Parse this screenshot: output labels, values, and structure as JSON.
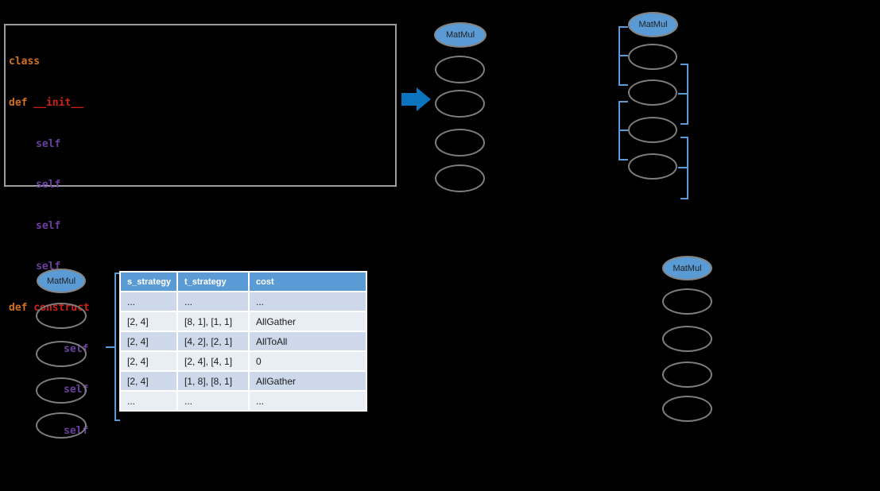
{
  "code_panel": {
    "lines": [
      {
        "segments": [
          {
            "style": "keyword",
            "text": "class"
          }
        ]
      },
      {
        "segments": [
          {
            "style": "keyword",
            "text": "def"
          },
          {
            "style": "defname",
            "text": " __init__"
          }
        ]
      },
      {
        "segments": [
          {
            "style": "selfref",
            "text": "self"
          }
        ]
      },
      {
        "segments": [
          {
            "style": "selfref",
            "text": "self"
          }
        ]
      },
      {
        "segments": [
          {
            "style": "selfref",
            "text": "self"
          }
        ]
      },
      {
        "segments": [
          {
            "style": "selfref",
            "text": "self"
          }
        ]
      },
      {
        "segments": [
          {
            "style": "keyword",
            "text": "def"
          },
          {
            "style": "defname",
            "text": " construct"
          }
        ]
      },
      {
        "segments": [
          {
            "style": "selfref",
            "text": "self"
          }
        ]
      },
      {
        "segments": [
          {
            "style": "selfref",
            "text": "self"
          }
        ]
      },
      {
        "segments": [
          {
            "style": "selfref",
            "text": "self"
          }
        ]
      }
    ]
  },
  "graph": {
    "op_label": "MatMul"
  },
  "strategy_table": {
    "columns": [
      "s_strategy",
      "t_strategy",
      "cost"
    ],
    "rows": [
      [
        "...",
        "...",
        "..."
      ],
      [
        "[2, 4]",
        "[8, 1], [1, 1]",
        "AllGather"
      ],
      [
        "[2, 4]",
        "[4, 2], [2, 1]",
        "AllToAll"
      ],
      [
        "[2, 4]",
        "[2, 4], [4, 1]",
        "0"
      ],
      [
        "[2, 4]",
        "[1, 8], [8, 1]",
        "AllGather"
      ],
      [
        "...",
        "...",
        "..."
      ]
    ]
  },
  "colors": {
    "arrow_blue": "#0b74be",
    "bracket_blue": "#5b9bd5",
    "header_blue": "#5b9bd5",
    "row_dark": "#cdd9ea",
    "row_light": "#e9edf4",
    "keyword_orange": "#d2701e",
    "defname_red": "#ce2018",
    "self_purple": "#6b3fa0",
    "node_fill": "#5b9bd5",
    "ellipse_stroke": "#7e7e7e"
  }
}
